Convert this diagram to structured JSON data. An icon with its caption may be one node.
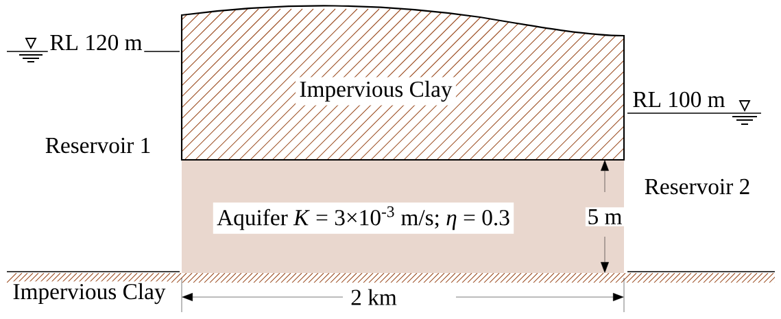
{
  "diagram": {
    "nodes": [
      {
        "text": [
          "Impervious Clay"
        ]
      },
      {
        "text": [
          "Aquifer *K* = 3×10$^{-3}$ m/s; *η* = 0.3"
        ]
      }
    ],
    "labels": [
      "RL 120 m",
      "RL 100 m",
      "Reservoir 1",
      "Reservoir 2",
      "5 m",
      "Impervious Clay",
      "2 km"
    ]
  }
}
